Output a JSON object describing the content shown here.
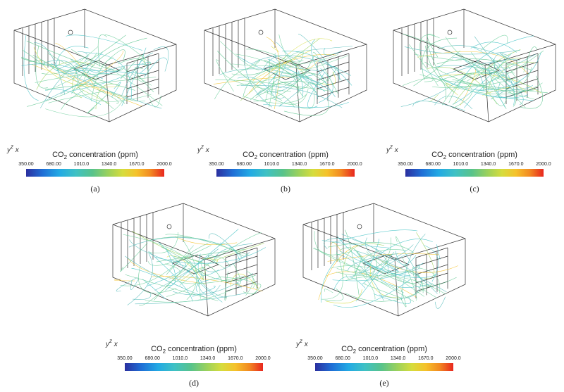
{
  "colorbar": {
    "title_pre": "CO",
    "title_sub": "2",
    "title_post": " concentration (ppm)",
    "ticks": [
      "350.00",
      "680.00",
      "1010.0",
      "1340.0",
      "1670.0",
      "2000.0"
    ]
  },
  "axis_triad": {
    "y": "y",
    "z": "z",
    "x": "x"
  },
  "panels": [
    {
      "id": "a",
      "label": "(a)"
    },
    {
      "id": "b",
      "label": "(b)"
    },
    {
      "id": "c",
      "label": "(c)"
    },
    {
      "id": "d",
      "label": "(d)"
    },
    {
      "id": "e",
      "label": "(e)"
    }
  ],
  "colors": {
    "low": "#2b2f9f",
    "mid": "#58c38b",
    "high": "#e8261f"
  }
}
